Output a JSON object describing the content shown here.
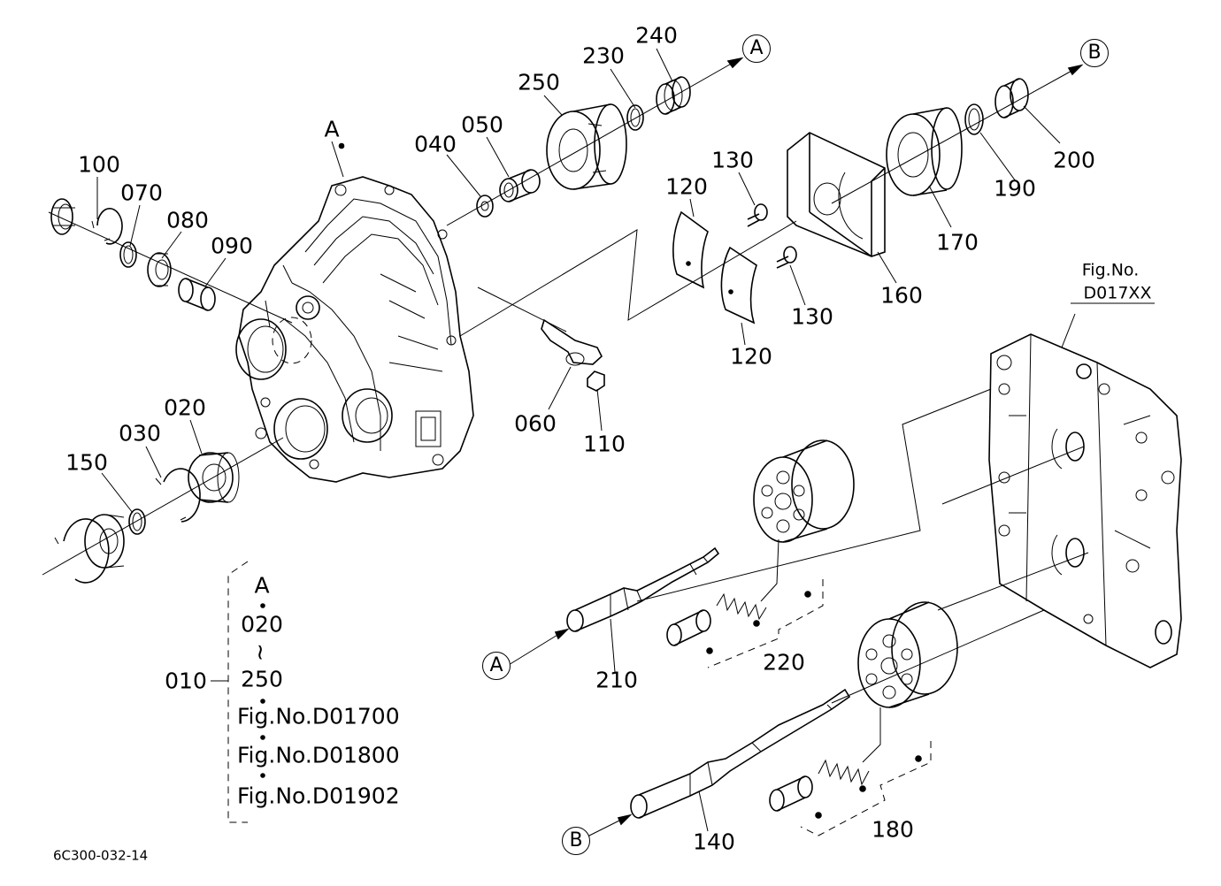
{
  "callouts": {
    "p010": "010",
    "p020": "020",
    "p030": "030",
    "p040": "040",
    "p050": "050",
    "p060": "060",
    "p070": "070",
    "p080": "080",
    "p090": "090",
    "p100": "100",
    "p110": "110",
    "p120a": "120",
    "p120b": "120",
    "p130a": "130",
    "p130b": "130",
    "p140": "140",
    "p150": "150",
    "p160": "160",
    "p170": "170",
    "p180": "180",
    "p190": "190",
    "p200": "200",
    "p210": "210",
    "p220": "220",
    "p230": "230",
    "p240": "240",
    "p250": "250"
  },
  "refs": {
    "housing": "A",
    "arrow_a_top": "A",
    "arrow_b_top": "B",
    "arrow_a_shaft": "A",
    "arrow_b_shaft": "B"
  },
  "related_figure": {
    "line1": "Fig.No.",
    "line2": "D017XX"
  },
  "assembly_legend": {
    "item1": "A",
    "item2": "020",
    "range_mark": "≀",
    "item3": "250",
    "fig1": "Fig.No.D01700",
    "fig2": "Fig.No.D01800",
    "fig3": "Fig.No.D01902"
  },
  "drawing_code": "6C300-032-14"
}
